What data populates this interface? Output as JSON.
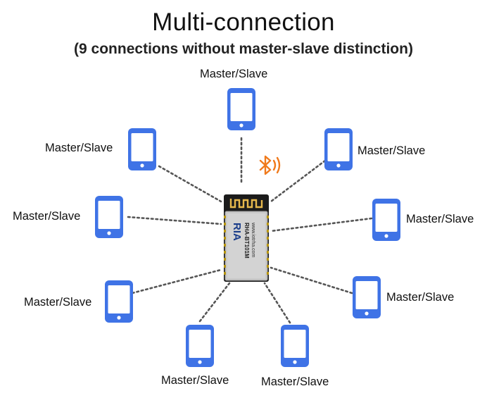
{
  "diagram": {
    "title": "Multi-connection",
    "subtitle": "(9 connections without master-slave distinction)",
    "node_label": "Master/Slave",
    "module": {
      "brand": "RIA",
      "model": "RHA-BT101M",
      "url": "www.iotrha.com"
    },
    "colors": {
      "phone_body": "#3f73e6",
      "phone_screen": "#ffffff",
      "dotted_line": "#555555",
      "bluetooth": "#f07a1c",
      "module_shield": "#c9c9c9",
      "module_pcb": "#1b1b1b"
    },
    "icons": [
      "smartphone-icon",
      "bluetooth-icon"
    ],
    "node_count": 9
  }
}
